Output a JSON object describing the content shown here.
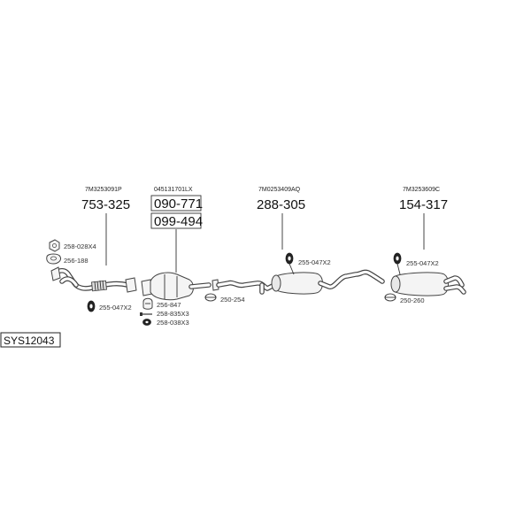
{
  "diagram": {
    "system_code": "SYS12043",
    "parts": [
      {
        "oem": "7M3253091P",
        "number": "753-325"
      },
      {
        "oem": "045131701LX",
        "number": "090-771",
        "number_alt": "099-494"
      },
      {
        "oem": "7M0253409AQ",
        "number": "288-305"
      },
      {
        "oem": "7M3253609C",
        "number": "154-317"
      }
    ],
    "fittings": {
      "f1": "258-028X4",
      "f2": "256-188",
      "f3": "255-047X2",
      "f4": "256-847",
      "f5": "258-835X3",
      "f6": "258-038X3",
      "f7": "250-254",
      "f8": "255-047X2",
      "f9": "255-047X2",
      "f10": "250-260"
    }
  }
}
